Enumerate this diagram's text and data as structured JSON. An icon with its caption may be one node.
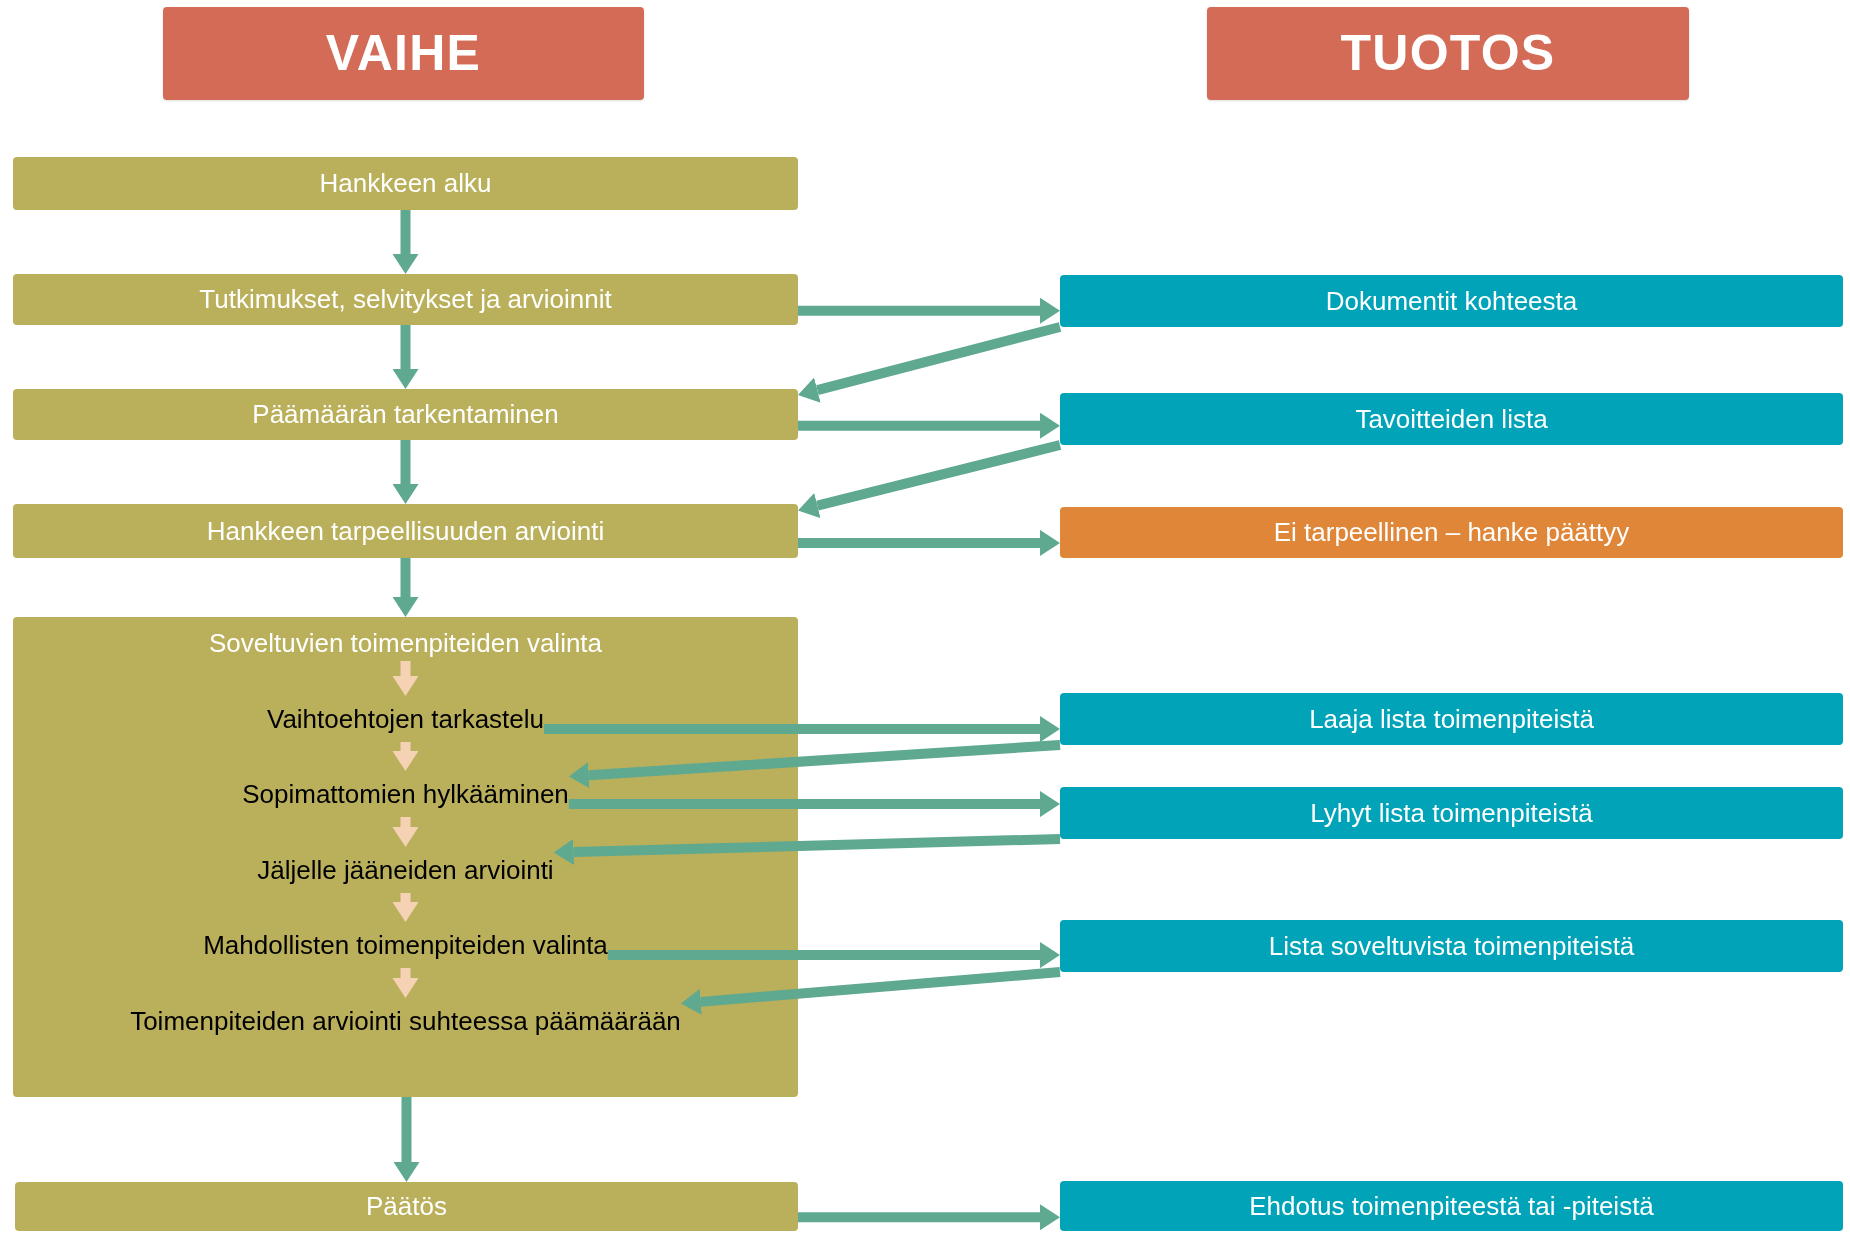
{
  "diagram": {
    "nodes": [
      {
        "text": [
          "VAIHE"
        ]
      },
      {
        "text": [
          "TUOTOS"
        ]
      },
      {
        "text": [
          "Hankkeen alku"
        ]
      },
      {
        "text": [
          "Tutkimukset, selvitykset ja arvioinnit"
        ]
      },
      {
        "text": [
          "Päämäärän tarkentaminen"
        ]
      },
      {
        "text": [
          "Hankkeen tarpeellisuuden arviointi"
        ]
      },
      {
        "text": [],
        "shape": "box"
      },
      {
        "text": [
          "Soveltuvien toimenpiteiden valinta"
        ],
        "in": 6
      },
      {
        "text": [
          "Vaihtoehtojen tarkastelu"
        ],
        "in": 6
      },
      {
        "text": [
          "Sopimattomien hylkääminen"
        ],
        "in": 6
      },
      {
        "text": [
          "Jäljelle jääneiden arviointi"
        ],
        "in": 6
      },
      {
        "text": [
          "Mahdollisten toimenpiteiden valinta"
        ],
        "in": 6
      },
      {
        "text": [
          "Toimenpiteiden arviointi suhteessa päämäärään"
        ],
        "in": 6
      },
      {
        "text": [
          "Päätös"
        ]
      },
      {
        "text": [
          "Dokumentit kohteesta"
        ]
      },
      {
        "text": [
          "Tavoitteiden lista"
        ]
      },
      {
        "text": [
          "Ei tarpeellinen – hanke päättyy"
        ]
      },
      {
        "text": [
          "Laaja lista toimenpiteistä"
        ]
      },
      {
        "text": [
          "Lyhyt lista toimenpiteistä"
        ]
      },
      {
        "text": [
          "Lista soveltuvista toimenpiteistä"
        ]
      },
      {
        "text": [
          "Ehdotus toimenpiteestä tai -piteistä"
        ]
      }
    ],
    "edges": [
      {
        "from": 2,
        "to": 3,
        "arrow": "to"
      },
      {
        "from": 3,
        "to": 4,
        "arrow": "to"
      },
      {
        "from": 4,
        "to": 5,
        "arrow": "to"
      },
      {
        "from": 5,
        "to": 6,
        "arrow": "to"
      },
      {
        "from": 6,
        "to": 13,
        "arrow": "to"
      },
      {
        "from": 7,
        "to": 8,
        "arrow": "to",
        "color": "#f5d2b3"
      },
      {
        "from": 8,
        "to": 9,
        "arrow": "to",
        "color": "#f5d2b3"
      },
      {
        "from": 9,
        "to": 10,
        "arrow": "to",
        "color": "#f5d2b3"
      },
      {
        "from": 10,
        "to": 11,
        "arrow": "to",
        "color": "#f5d2b3"
      },
      {
        "from": 11,
        "to": 12,
        "arrow": "to",
        "color": "#f5d2b3"
      },
      {
        "from": 3,
        "to": 14,
        "arrow": "to"
      },
      {
        "from": 14,
        "to": 4,
        "arrow": "to"
      },
      {
        "from": 4,
        "to": 15,
        "arrow": "to"
      },
      {
        "from": 15,
        "to": 5,
        "arrow": "to"
      },
      {
        "from": 5,
        "to": 16,
        "arrow": "to"
      },
      {
        "from": 8,
        "to": 17,
        "arrow": "to"
      },
      {
        "from": 17,
        "to": 9,
        "arrow": "to"
      },
      {
        "from": 9,
        "to": 18,
        "arrow": "to"
      },
      {
        "from": 18,
        "to": 10,
        "arrow": "to"
      },
      {
        "from": 11,
        "to": 19,
        "arrow": "to"
      },
      {
        "from": 19,
        "to": 12,
        "arrow": "to"
      },
      {
        "from": 13,
        "to": 20,
        "arrow": "to"
      }
    ]
  }
}
